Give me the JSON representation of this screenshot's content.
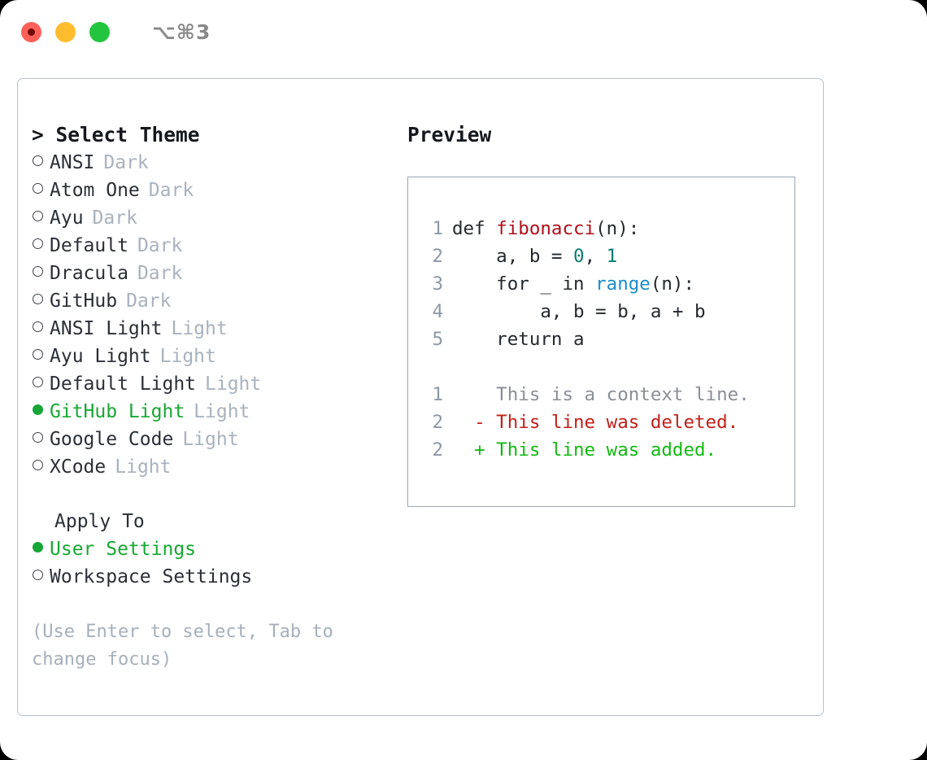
{
  "titlebar": {
    "shortcut": "⌥⌘3",
    "buttons": [
      {
        "name": "close",
        "color": "#ff6159"
      },
      {
        "name": "minimize",
        "color": "#ffbd2e"
      },
      {
        "name": "maximize",
        "color": "#23c53f"
      }
    ]
  },
  "left": {
    "header": "> Select Theme",
    "themes": [
      {
        "label": "ANSI",
        "kind": "Dark",
        "selected": false
      },
      {
        "label": "Atom One",
        "kind": "Dark",
        "selected": false
      },
      {
        "label": "Ayu",
        "kind": "Dark",
        "selected": false
      },
      {
        "label": "Default",
        "kind": "Dark",
        "selected": false
      },
      {
        "label": "Dracula",
        "kind": "Dark",
        "selected": false
      },
      {
        "label": "GitHub",
        "kind": "Dark",
        "selected": false
      },
      {
        "label": "ANSI Light",
        "kind": "Light",
        "selected": false
      },
      {
        "label": "Ayu Light",
        "kind": "Light",
        "selected": false
      },
      {
        "label": "Default Light",
        "kind": "Light",
        "selected": false
      },
      {
        "label": "GitHub Light",
        "kind": "Light",
        "selected": true
      },
      {
        "label": "Google Code",
        "kind": "Light",
        "selected": false
      },
      {
        "label": "XCode",
        "kind": "Light",
        "selected": false
      }
    ],
    "apply_to_header": "Apply To",
    "apply_to": [
      {
        "label": "User Settings",
        "selected": true
      },
      {
        "label": "Workspace Settings",
        "selected": false
      }
    ],
    "hint": "(Use Enter to select, Tab to\nchange focus)"
  },
  "right": {
    "title": "Preview",
    "code": [
      {
        "lineno": "1",
        "tokens": [
          {
            "text": "def ",
            "type": "def"
          },
          {
            "text": "fibonacci",
            "type": "fn"
          },
          {
            "text": "(n):",
            "type": "plain"
          }
        ]
      },
      {
        "lineno": "2",
        "tokens": [
          {
            "text": "    a, b = ",
            "type": "plain"
          },
          {
            "text": "0",
            "type": "num"
          },
          {
            "text": ", ",
            "type": "plain"
          },
          {
            "text": "1",
            "type": "num"
          }
        ]
      },
      {
        "lineno": "3",
        "tokens": [
          {
            "text": "    for _ in ",
            "type": "plain"
          },
          {
            "text": "range",
            "type": "call"
          },
          {
            "text": "(n):",
            "type": "plain"
          }
        ]
      },
      {
        "lineno": "4",
        "tokens": [
          {
            "text": "        a, b = b, a + b",
            "type": "plain"
          }
        ]
      },
      {
        "lineno": "5",
        "tokens": [
          {
            "text": "    return a",
            "type": "plain"
          }
        ]
      }
    ],
    "diff": [
      {
        "lineno": "1",
        "marker": "  ",
        "text": "This is a context line.",
        "type": "ctx"
      },
      {
        "lineno": "2",
        "marker": "- ",
        "text": "This line was deleted.",
        "type": "del"
      },
      {
        "lineno": "2",
        "marker": "+ ",
        "text": "This line was added.",
        "type": "add"
      }
    ]
  },
  "colors": {
    "accent_green": "#17a832",
    "muted": "#a9b2bd",
    "diff_delete": "#c2201a",
    "diff_add": "#12b912",
    "syntax_function": "#b0101a",
    "syntax_number": "#0a7d72",
    "syntax_call": "#1b8dc8",
    "panel_border": "#b6c0cc",
    "code_border": "#9aa5b2"
  }
}
